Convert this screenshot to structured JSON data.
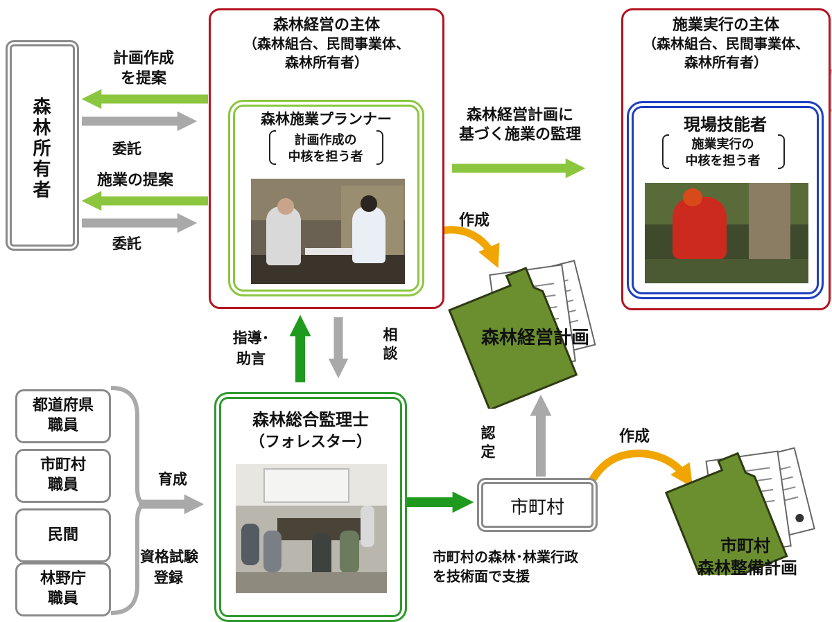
{
  "owner": {
    "label": "森林所有者"
  },
  "management_entity": {
    "title": "森林経営の主体",
    "subtitle_1": "（森林組合、民間事業体、",
    "subtitle_2": "森林所有者）"
  },
  "planner": {
    "title": "森林施業プランナー",
    "desc_1": "計画作成の",
    "desc_2": "中核を担う者"
  },
  "execution_entity": {
    "title": "施業実行の主体",
    "subtitle_1": "（森林組合、民間事業体、",
    "subtitle_2": "森林所有者）"
  },
  "field_tech": {
    "title": "現場技能者",
    "desc_1": "施業実行の",
    "desc_2": "中核を担う者"
  },
  "arrows": {
    "propose_plan_1": "計画作成",
    "propose_plan_2": "を提案",
    "entrust_1": "委託",
    "propose_work": "施業の提案",
    "entrust_2": "委託",
    "supervise_1": "森林経営計画に",
    "supervise_2": "基づく施業の監理",
    "create_1": "作成",
    "guidance_1": "指導･",
    "guidance_2": "助言",
    "consult": "相談",
    "certify": "認定",
    "create_2": "作成",
    "train": "育成",
    "exam_1": "資格試験",
    "exam_2": "登録"
  },
  "forest_plan": {
    "label": "森林経営計画"
  },
  "forester": {
    "title": "森林総合監理士",
    "subtitle": "（フォレスター）"
  },
  "municipality": {
    "label": "市町村"
  },
  "municipal_support": {
    "line_1": "市町村の森林･林業行政",
    "line_2": "を技術面で支援"
  },
  "municipal_plan": {
    "line_1": "市町村",
    "line_2": "森林整備計画"
  },
  "staff": [
    {
      "line_1": "都道府県",
      "line_2": "職員"
    },
    {
      "line_1": "市町村",
      "line_2": "職員"
    },
    {
      "line_1": "民間",
      "line_2": ""
    },
    {
      "line_1": "林野庁",
      "line_2": "職員"
    }
  ],
  "colors": {
    "light_green": "#8cc63f",
    "dark_green": "#1e9a1e",
    "gray": "#a9a9a9",
    "red": "#b3121f",
    "blue": "#1f3fbf",
    "doc_green": "#6b8f2e",
    "orange": "#f0a500"
  }
}
